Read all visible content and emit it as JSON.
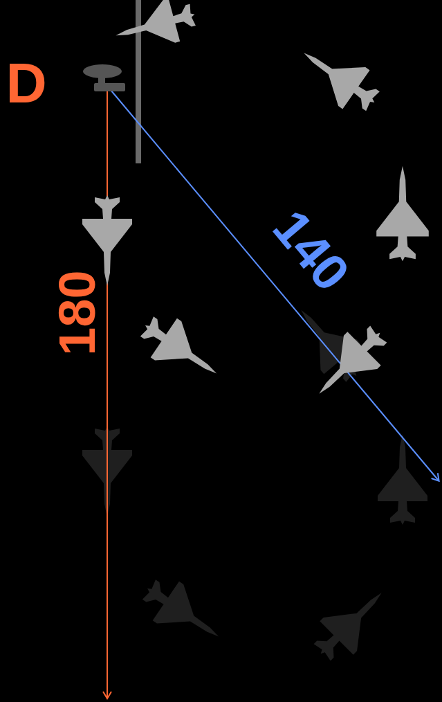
{
  "diagram": {
    "labels": [
      "D",
      "180",
      "140"
    ]
  }
}
